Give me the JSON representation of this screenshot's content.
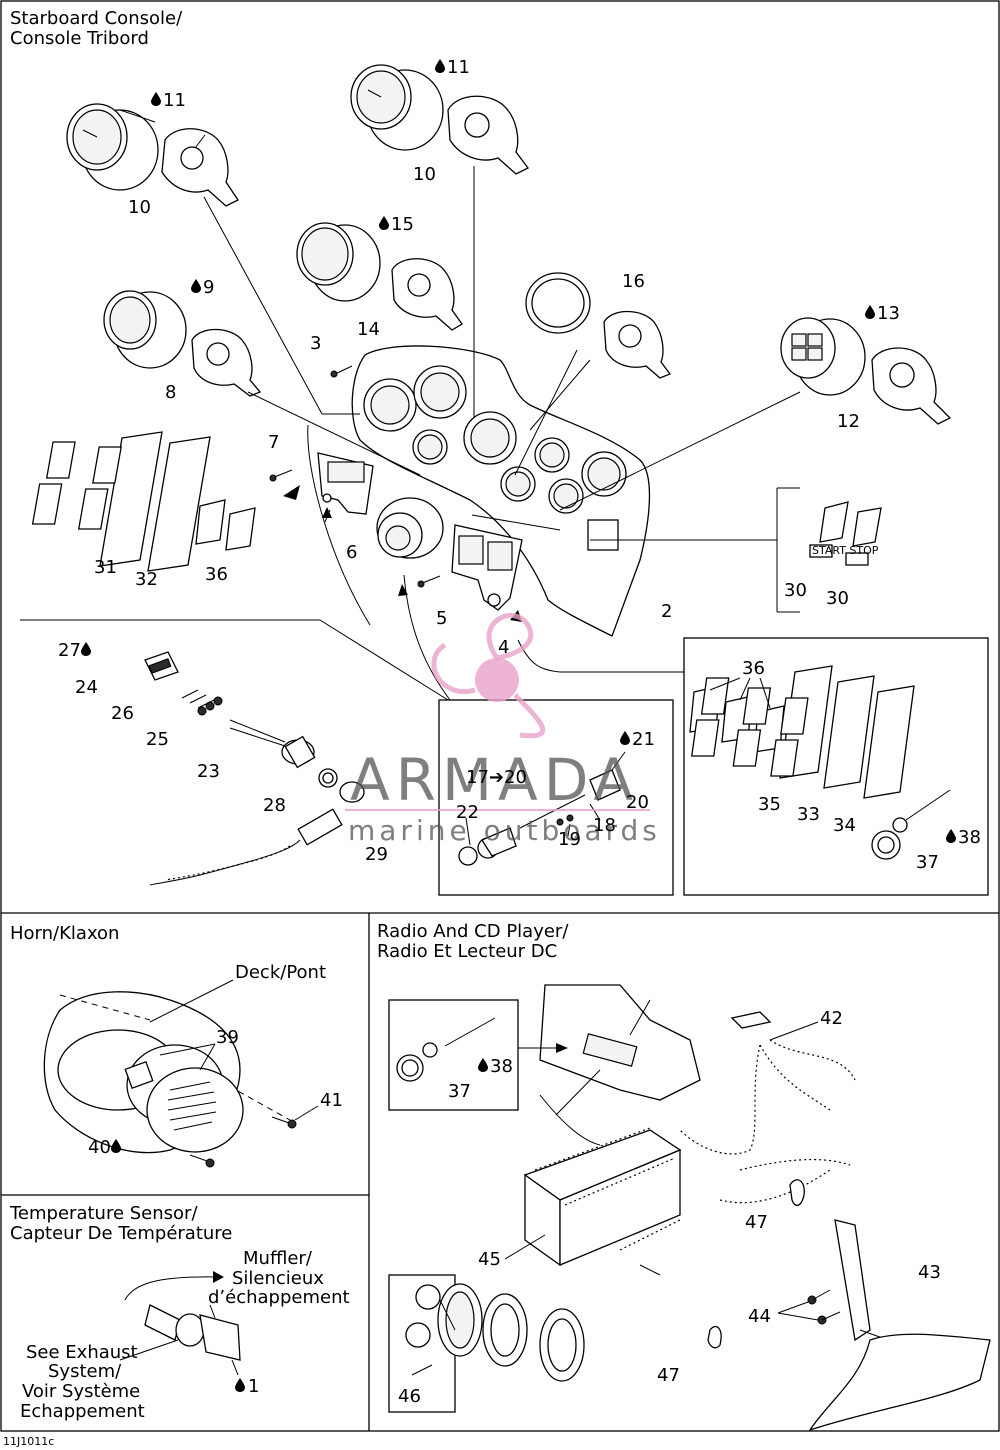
{
  "sections": {
    "starboard_console": {
      "title_line1": "Starboard Console/",
      "title_line2": "Console Tribord"
    },
    "horn": {
      "title": "Horn/Klaxon"
    },
    "radio": {
      "title_line1": "Radio And CD Player/",
      "title_line2": "Radio Et Lecteur DC"
    },
    "temperature": {
      "title_line1": "Temperature Sensor/",
      "title_line2": "Capteur De Température"
    }
  },
  "labels": {
    "deck": "Deck/Pont",
    "muffler_1": "Muffler/",
    "muffler_2": "Silencieux",
    "muffler_3": "d’échappement",
    "exhaust_1": "See Exhaust",
    "exhaust_2": "System/",
    "exhaust_3": "Voir Système",
    "exhaust_4": "Echappement",
    "start_stop": "START STOP"
  },
  "callouts": {
    "c1": "1",
    "c2": "2",
    "c3": "3",
    "c4": "4",
    "c5": "5",
    "c6": "6",
    "c7": "7",
    "c8": "8",
    "c9": "9",
    "c10": "10",
    "c11": "11",
    "c12": "12",
    "c13": "13",
    "c14": "14",
    "c15": "15",
    "c16": "16",
    "c17_20": "17➔20",
    "c18": "18",
    "c19": "19",
    "c20": "20",
    "c21": "21",
    "c22": "22",
    "c23": "23",
    "c24": "24",
    "c25": "25",
    "c26": "26",
    "c27": "27",
    "c28": "28",
    "c29": "29",
    "c30": "30",
    "c31": "31",
    "c32": "32",
    "c33": "33",
    "c34": "34",
    "c35": "35",
    "c36": "36",
    "c37": "37",
    "c38": "38",
    "c39": "39",
    "c40": "40",
    "c41": "41",
    "c42": "42",
    "c43": "43",
    "c44": "44",
    "c45": "45",
    "c46": "46",
    "c47": "47"
  },
  "watermark": {
    "brand": "ARMADA",
    "tagline": "marine outboards",
    "color": "#e8a2c8"
  },
  "footer": {
    "code": "11J1011c"
  },
  "icons": {
    "drop": "oil-drop-icon",
    "arrow": "arrow-right-icon"
  }
}
